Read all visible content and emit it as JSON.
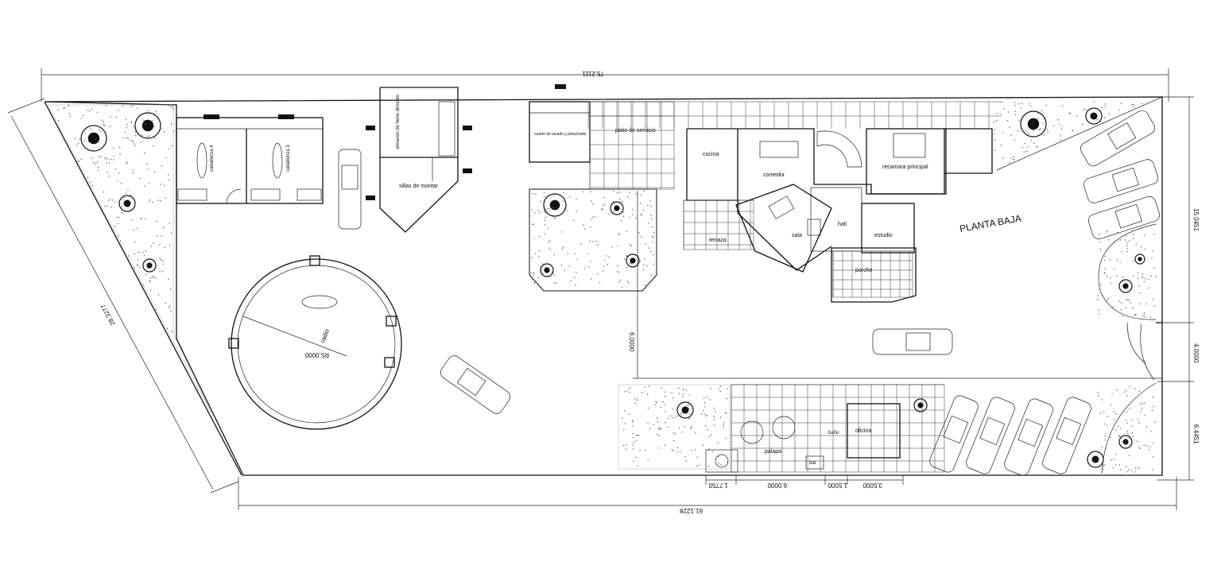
{
  "title": "PLANTA BAJA",
  "rooms": {
    "caballeriza_4": "caballeriza 4",
    "caballeriza_3": "caballeriza 3",
    "almacen": "almacen de heno dimento",
    "sillas": "sillas de montar",
    "cuarto_lavado": "cuarto de lavado y planchado",
    "patio_servicio": "patio de servicio",
    "cocina": "cocina",
    "comedor": "comedor",
    "recamara": "recamara principal",
    "terraza": "terraza",
    "sala": "sala",
    "hall": "hall",
    "estudio": "estudio",
    "porche": "porche",
    "oficina": "oficina",
    "palapa": "palapa",
    "bar": "bar",
    "bano": "baño"
  },
  "dimensions": {
    "top_total": "75.2111",
    "bottom_total": "61.1228",
    "left_diag": "28.3277",
    "right_top": "15.0451",
    "right_gate": "4.0000",
    "right_bottom": "6.4451",
    "drive_width": "6.0000",
    "radius": "R5.0000",
    "radius_line": "radio",
    "palapa_a": "1.7750",
    "palapa_b": "6.0000",
    "bar_w": "1.5000",
    "oficina_w": "3.5000"
  }
}
